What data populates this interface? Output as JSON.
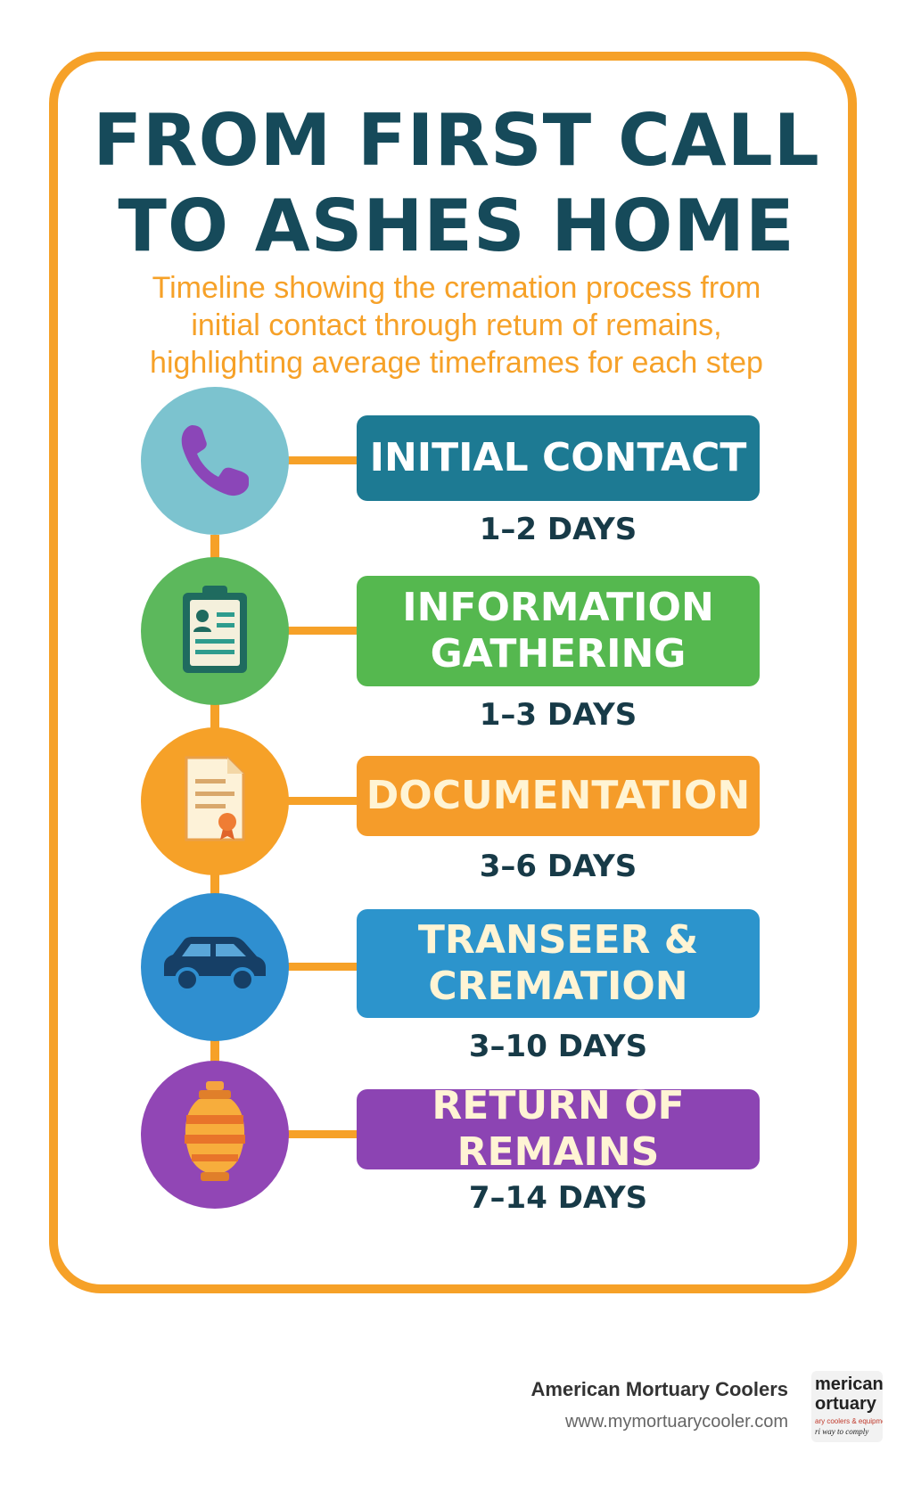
{
  "title": {
    "line1": "FROM FIRST CALL",
    "line2": "TO ASHES HOME"
  },
  "subtitle": {
    "line1": "Timeline showing the cremation process from",
    "line2": "initial contact through retum of remains,",
    "line3": "highlighting average timeframes for each step"
  },
  "steps": [
    {
      "icon": "phone-icon",
      "label_lines": [
        "INITIAL CONTACT"
      ],
      "duration": "1–2 DAYS",
      "circle_color": "#7cc3cf",
      "box_color": "#1d7a93"
    },
    {
      "icon": "clipboard-icon",
      "label_lines": [
        "INFORMATION",
        "GATHERING"
      ],
      "duration": "1–3 DAYS",
      "circle_color": "#5cb85c",
      "box_color": "#55b84f"
    },
    {
      "icon": "document-certificate-icon",
      "label_lines": [
        "DOCUMENTATION"
      ],
      "duration": "3–6 DAYS",
      "circle_color": "#f6a128",
      "box_color": "#f59c2a"
    },
    {
      "icon": "car-icon",
      "label_lines": [
        "TRANSEER &",
        "CREMATION"
      ],
      "duration": "3–10 DAYS",
      "circle_color": "#2f8fd0",
      "box_color": "#2c94cc"
    },
    {
      "icon": "urn-icon",
      "label_lines": [
        "RETURN OF REMAINS"
      ],
      "duration": "7–14 DAYS",
      "circle_color": "#9146b5",
      "box_color": "#8c44b3"
    }
  ],
  "footer": {
    "company": "American Mortuary Coolers",
    "url": "www.mymortuarycooler.com",
    "logo_line1": "merican",
    "logo_line2": "ortuary",
    "logo_line3": "ary coolers & equipment",
    "logo_line4": "ri way to comply"
  },
  "colors": {
    "accent": "#f6a128",
    "title": "#164a5a",
    "duration_text": "#173a47"
  }
}
